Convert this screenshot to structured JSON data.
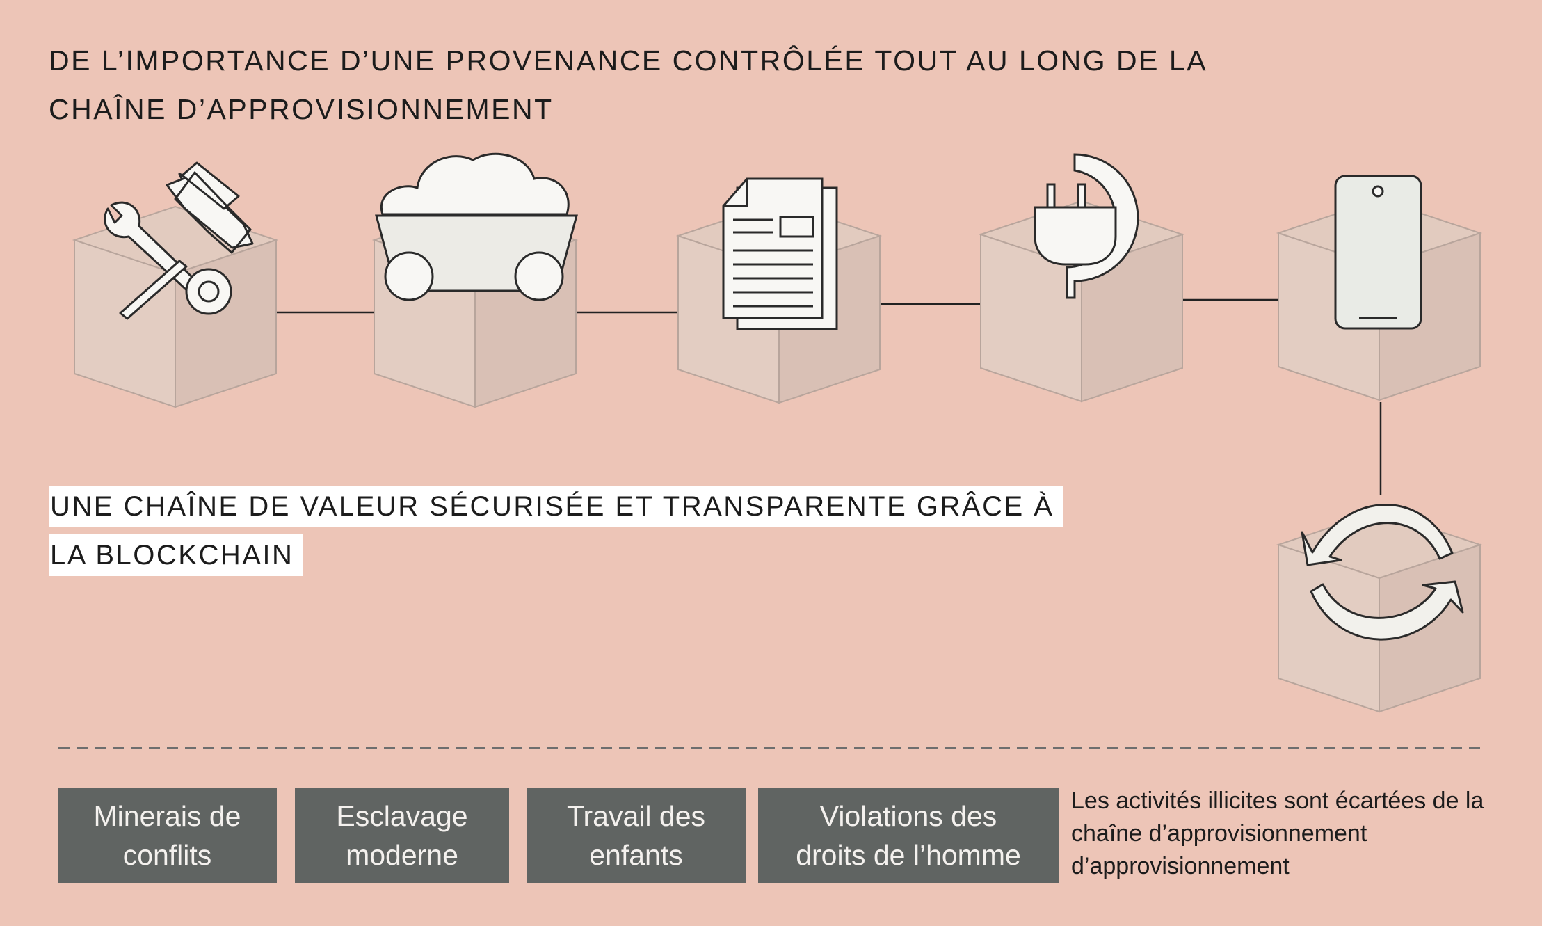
{
  "header": {
    "title": "DE L’IMPORTANCE D’UNE PROVENANCE CONTRÔLÉE TOUT AU LONG DE LA CHAÎNE D’APPROVISIONNEMENT"
  },
  "middle": {
    "subtitle": "UNE CHAÎNE DE VALEUR SÉCURISÉE ET TRANSPARENTE GRÂCE À LA BLOCKCHAIN"
  },
  "steps": [
    {
      "icon": "tools-icon"
    },
    {
      "icon": "mine-cart-icon"
    },
    {
      "icon": "document-icon"
    },
    {
      "icon": "power-plug-icon"
    },
    {
      "icon": "smartphone-icon"
    },
    {
      "icon": "recycle-icon"
    }
  ],
  "risks": [
    {
      "label": "Minerais de\nconflits"
    },
    {
      "label": "Esclavage\nmoderne"
    },
    {
      "label": "Travail  des\nenfants"
    },
    {
      "label": "Violations des\ndroits de l’homme"
    }
  ],
  "note": "Les activités illicites sont écartées de la chaîne d’approvisionnement d’approvisionnement",
  "colors": {
    "background": "#edc5b7",
    "tag_fill": "#606462",
    "box_fill": "#d9c0b4",
    "icon_fill": "#f8f7f4"
  }
}
